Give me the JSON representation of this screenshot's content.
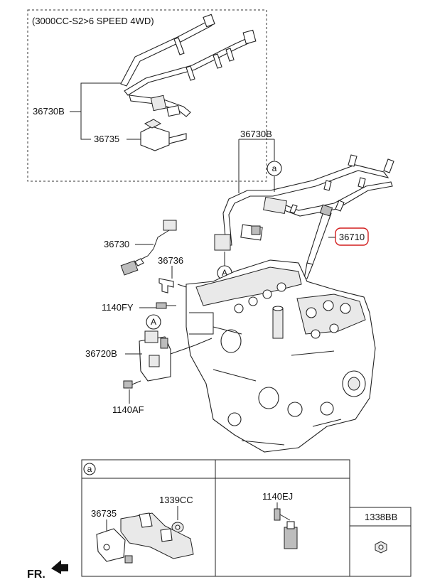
{
  "variant_box": {
    "caption": "(3000CC-S2>6 SPEED 4WD)"
  },
  "callouts": {
    "c36730B_top": "36730B",
    "c36735_top": "36735",
    "c36730B_main": "36730B",
    "c36710": "36710",
    "c36730": "36730",
    "c36736": "36736",
    "c1140FY": "1140FY",
    "c36720B": "36720B",
    "c1140AF": "1140AF"
  },
  "reference_markers": {
    "a_top": "a",
    "A_engine": "A",
    "A_module": "A"
  },
  "highlight": {
    "part": "36710",
    "color": "#d21e1e"
  },
  "table": {
    "marker": "a",
    "cells": {
      "c1339CC": "1339CC",
      "c36735": "36735",
      "c1140EJ": "1140EJ",
      "c1338BB": "1338BB"
    }
  },
  "direction": {
    "label": "FR."
  }
}
